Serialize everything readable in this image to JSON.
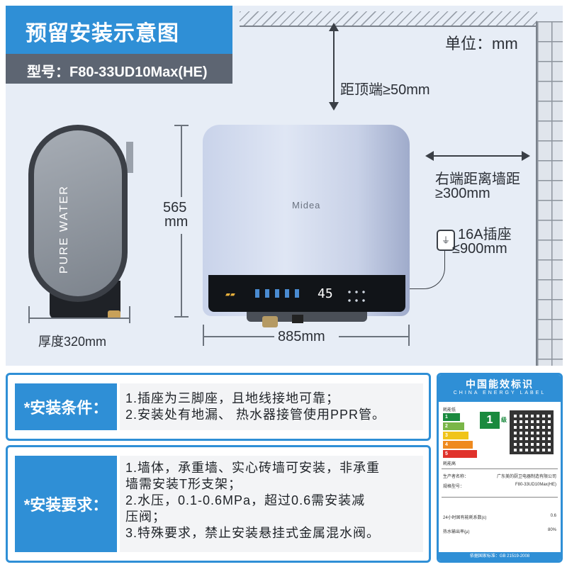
{
  "header": {
    "title": "预留安装示意图",
    "model": "型号：F80-33UD10Max(HE)",
    "unit": "单位：mm"
  },
  "dimensions": {
    "top_clearance": "距顶端≥50mm",
    "right_clearance_1": "右端距离墙距",
    "right_clearance_2": "≥300mm",
    "socket_1": "16A插座",
    "socket_2": "≤900mm",
    "height_value": "565",
    "height_unit": "mm",
    "width": "885mm",
    "depth": "厚度320mm"
  },
  "product": {
    "side_text": "PURE WATER",
    "brand": "Midea",
    "display_temp": "45"
  },
  "conditions": {
    "label": "*安装条件：",
    "lines": [
      "1.插座为三脚座，且地线接地可靠；",
      "2.安装处有地漏、 热水器接管使用PPR管。"
    ]
  },
  "requirements": {
    "label": "*安装要求：",
    "lines": [
      "1.墙体，承重墙、实心砖墙可安装，非承重",
      "墙需安装T形支架；",
      "2.水压，0.1-0.6MPa，超过0.6需安装减",
      "压阀；",
      "3.特殊要求，禁止安装悬挂式金属混水阀。"
    ]
  },
  "energy_label": {
    "title": "中国能效标识",
    "subtitle": "CHINA ENERGY LABEL",
    "low": "耗能低",
    "high": "耗能高",
    "grades": [
      "1",
      "2",
      "3",
      "4",
      "5"
    ],
    "grade": "1",
    "grade_suffix": "级",
    "manufacturer_label": "生产者名称：",
    "manufacturer": "广东美的厨卫电器制造有限公司",
    "model_label": "规格型号：",
    "model": "F80-33UD10Max(HE)",
    "coef_label": "24小时固有能耗系数(ε)",
    "coef_value": "0.6",
    "efficiency_label": "热水输出率(μ)",
    "efficiency_value": "80%",
    "footer": "依据国家标准：GB 21519-2008",
    "colors": [
      "#1a8a3e",
      "#7ab648",
      "#f0c419",
      "#ef8a1f",
      "#e0322b"
    ]
  }
}
